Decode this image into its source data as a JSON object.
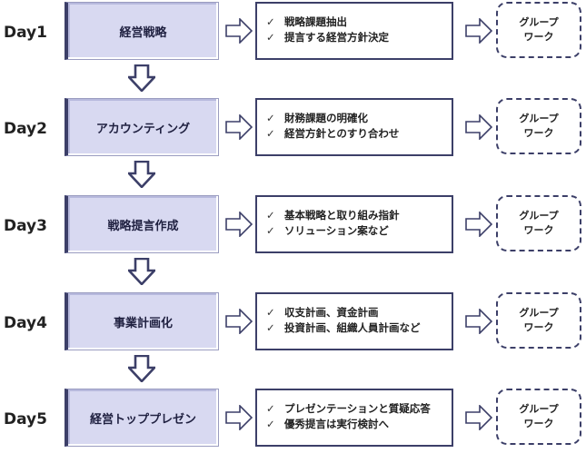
{
  "rows": [
    {
      "day": "Day1",
      "stage": "経営戦略",
      "items": [
        "戦略課題抽出",
        "提言する経営方針決定"
      ]
    },
    {
      "day": "Day2",
      "stage": "アカウンティング",
      "items": [
        "財務課題の明確化",
        "経営方針とのすり合わせ"
      ]
    },
    {
      "day": "Day3",
      "stage": "戦略提言作成",
      "items": [
        "基本戦略と取り組み指針",
        "ソリューション案など"
      ]
    },
    {
      "day": "Day4",
      "stage": "事業計画化",
      "items": [
        "収支計画、資金計画",
        "投資計画、組織人員計画など"
      ]
    },
    {
      "day": "Day5",
      "stage": "経営トッププレゼン",
      "items": [
        "プレゼンテーションと質疑応答",
        "優秀提言は実行検討へ"
      ]
    }
  ],
  "group_work": {
    "line1": "グループ",
    "line2": "ワーク"
  },
  "check_mark": "✓",
  "colors": {
    "stage_fill": "#d8d9f1",
    "border": "#3c3f68"
  }
}
